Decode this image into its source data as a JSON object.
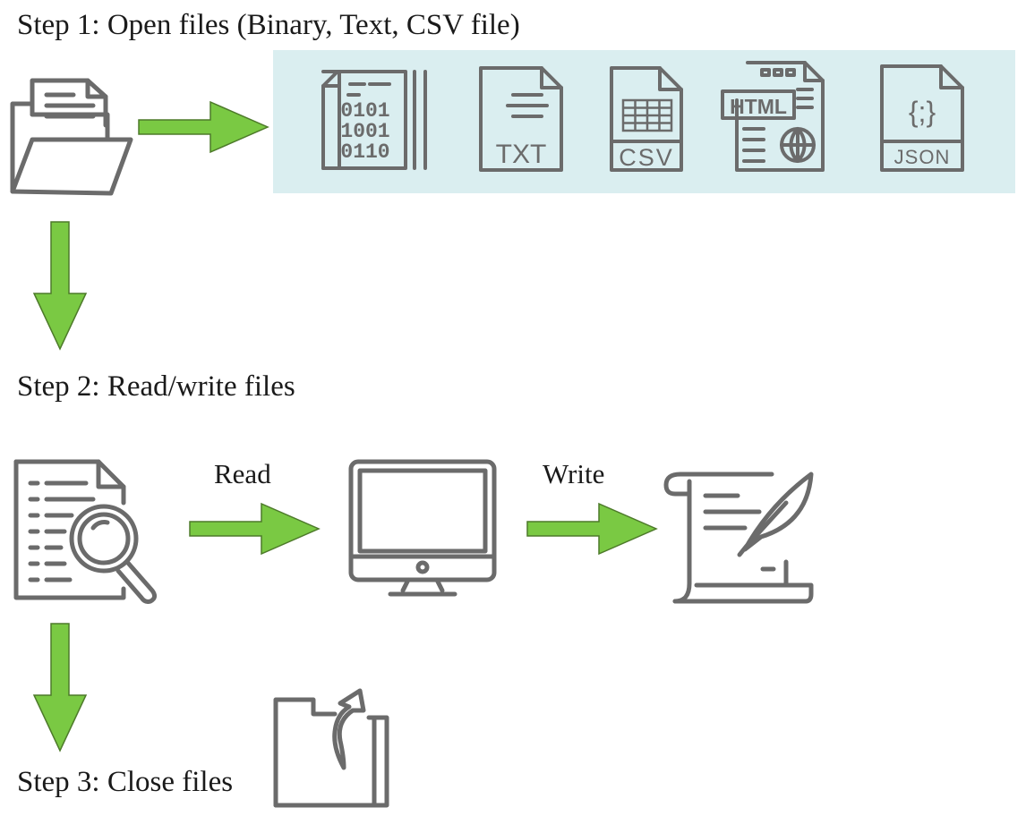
{
  "colors": {
    "arrow_fill": "#7ac943",
    "arrow_stroke": "#4d7a2a",
    "icon_stroke": "#6b6b6b",
    "panel_bg": "#daeef0",
    "text": "#1a1a1a"
  },
  "steps": {
    "open": {
      "title": "Step 1: Open files (Binary, Text, CSV file)"
    },
    "read_write": {
      "title": "Step 2: Read/write files",
      "read_label": "Read",
      "write_label": "Write"
    },
    "close": {
      "title": "Step 3: Close files"
    }
  },
  "file_types": {
    "binary_bits": [
      "0101",
      "1001",
      "0110"
    ],
    "txt": "TXT",
    "csv": "CSV",
    "html": "HTML",
    "json_symbol": "{;}",
    "json": "JSON"
  },
  "icons": {
    "open_folder": "open-folder-icon",
    "binary_file": "binary-file-icon",
    "txt_file": "txt-file-icon",
    "csv_file": "csv-file-icon",
    "html_file": "html-file-icon",
    "json_file": "json-file-icon",
    "document_search": "document-search-icon",
    "monitor": "monitor-icon",
    "scroll_quill": "scroll-quill-icon",
    "closed_folder": "closed-folder-icon"
  }
}
